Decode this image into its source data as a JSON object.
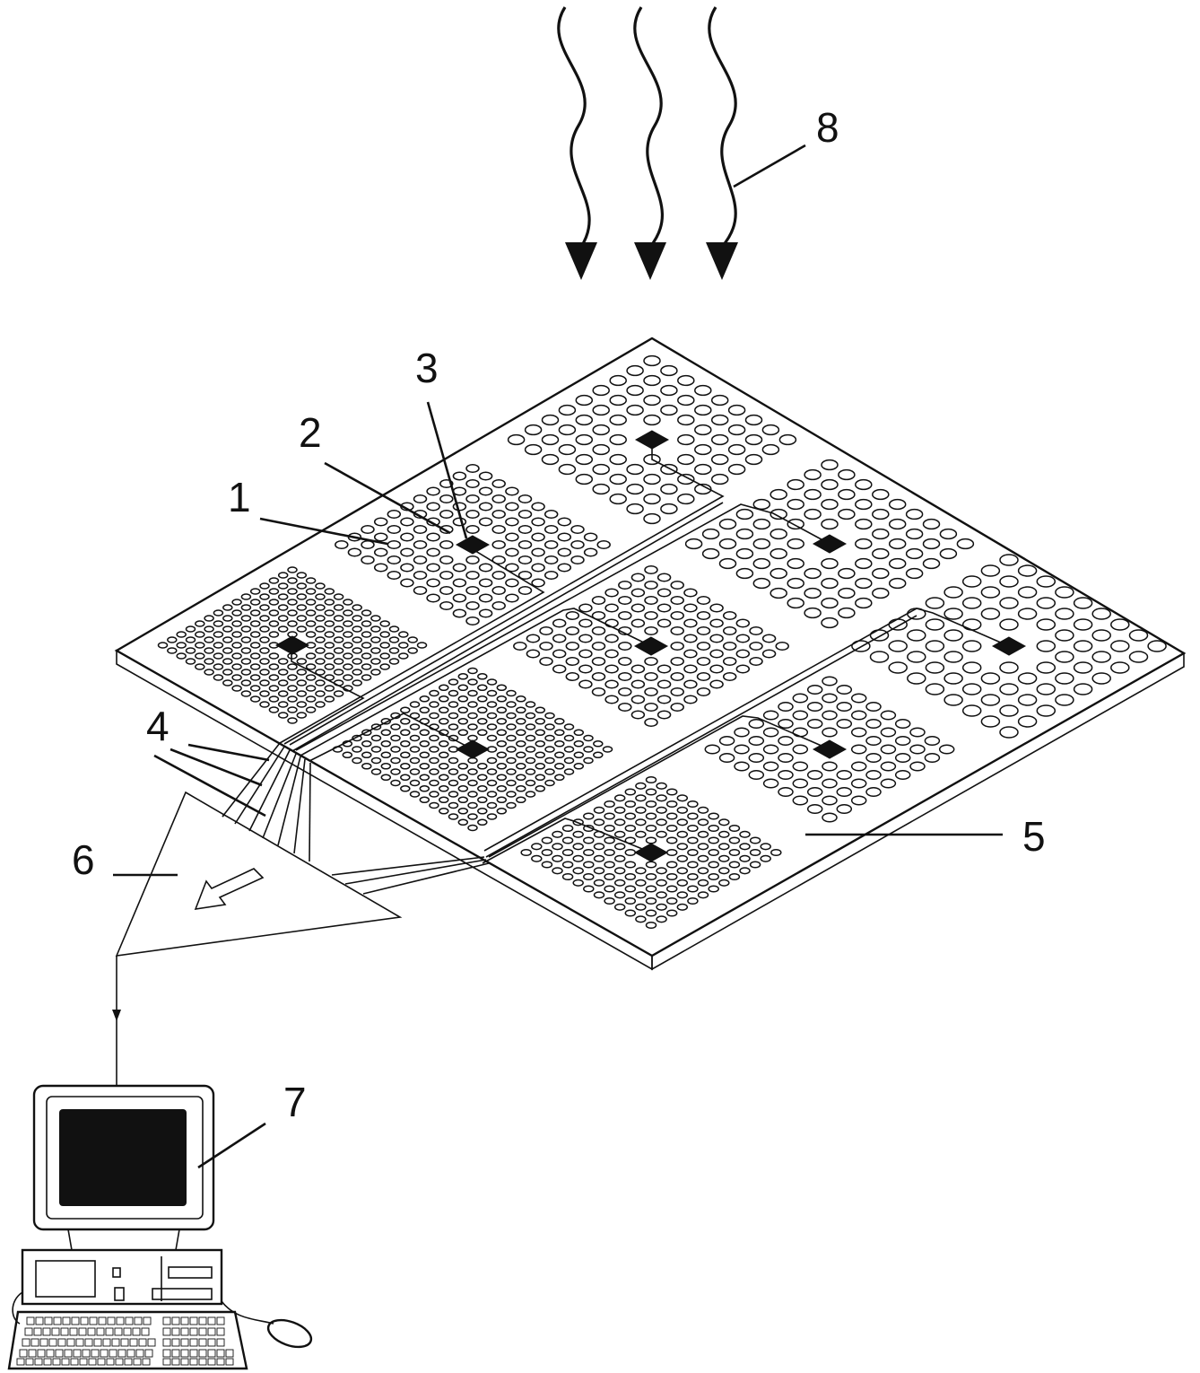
{
  "figure": {
    "labels": [
      {
        "key": "sensor_element",
        "text": "1"
      },
      {
        "key": "hole_array",
        "text": "2"
      },
      {
        "key": "detector_chip",
        "text": "3"
      },
      {
        "key": "wire_leads",
        "text": "4"
      },
      {
        "key": "substrate_plate",
        "text": "5"
      },
      {
        "key": "amplifier",
        "text": "6"
      },
      {
        "key": "computer",
        "text": "7"
      },
      {
        "key": "incident_radiation",
        "text": "8"
      }
    ]
  }
}
